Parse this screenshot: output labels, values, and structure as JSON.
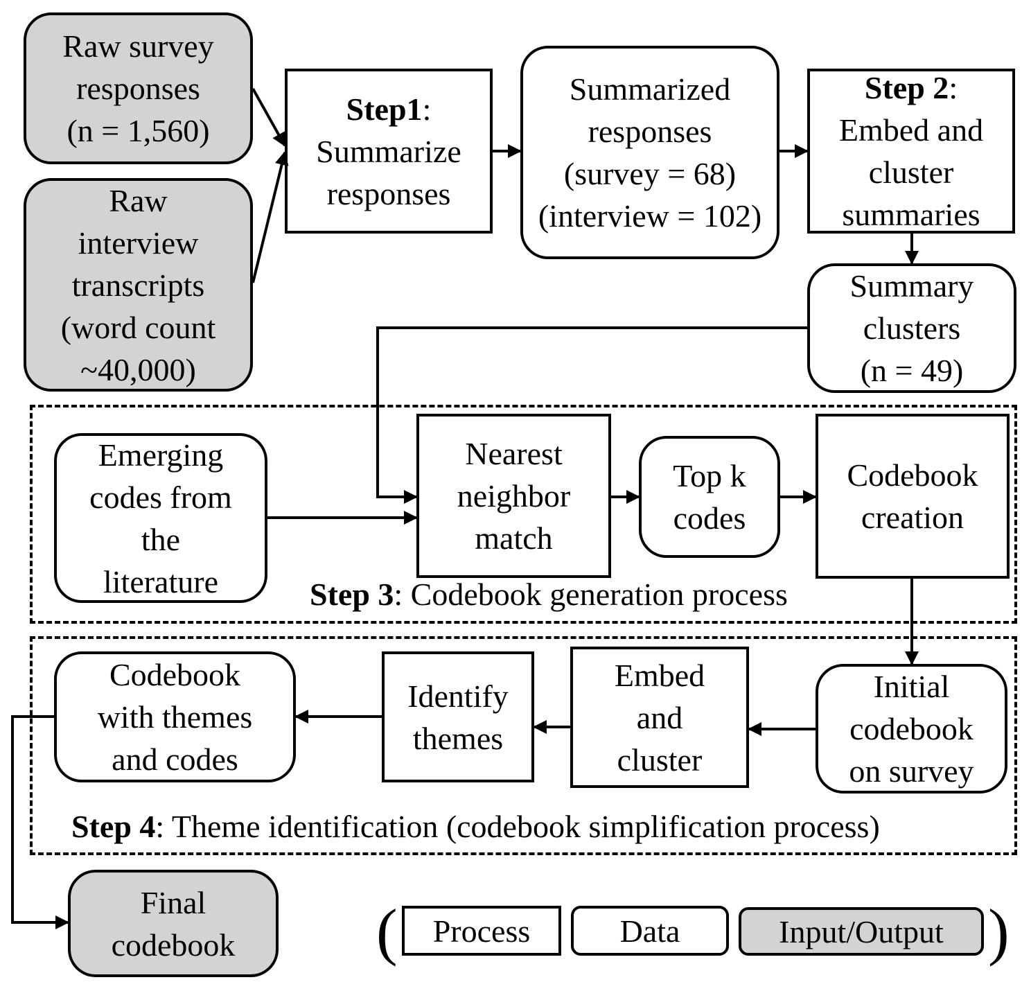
{
  "nodes": {
    "raw_survey": {
      "text": "Raw survey\nresponses\n(n = 1,560)"
    },
    "raw_interview": {
      "text": "Raw\ninterview\ntranscripts\n(word count\n~40,000)"
    },
    "step1": {
      "bold": "Step1",
      "rest": ":\nSummarize\nresponses"
    },
    "summarized": {
      "text": "Summarized\nresponses\n(survey = 68)\n(interview = 102)"
    },
    "step2": {
      "bold": "Step 2",
      "rest": ":\nEmbed and\ncluster\nsummaries"
    },
    "summary_clusters": {
      "text": "Summary\nclusters\n(n = 49)"
    },
    "emerging_codes": {
      "text": "Emerging\ncodes from\nthe\nliterature"
    },
    "nearest_neighbor": {
      "text": "Nearest\nneighbor\nmatch"
    },
    "top_k": {
      "text": "Top k\ncodes"
    },
    "codebook_creation": {
      "text": "Codebook\ncreation"
    },
    "initial_codebook": {
      "text": "Initial\ncodebook\non survey"
    },
    "embed_cluster": {
      "text": "Embed\nand\ncluster"
    },
    "identify_themes": {
      "text": "Identify\nthemes"
    },
    "codebook_themes": {
      "text": "Codebook\nwith themes\nand codes"
    },
    "final_codebook": {
      "text": "Final\ncodebook"
    }
  },
  "regions": {
    "step3": {
      "bold": "Step 3",
      "rest": ": Codebook generation process"
    },
    "step4": {
      "bold": "Step 4",
      "rest": ": Theme identification (codebook simplification process)"
    }
  },
  "legend": {
    "open_paren": "(",
    "close_paren": ")",
    "process": "Process",
    "data": "Data",
    "io": "Input/Output"
  },
  "colors": {
    "io_fill": "#d3d3d3",
    "stroke": "#000000",
    "background": "#ffffff"
  }
}
